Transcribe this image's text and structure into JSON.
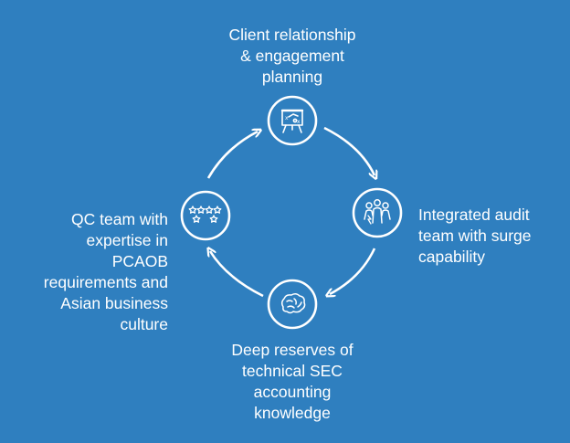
{
  "colors": {
    "background": "#2f7fbf",
    "foreground": "#ffffff"
  },
  "nodes": [
    {
      "id": "top",
      "icon": "presentation-board-icon",
      "label_lines": [
        "Client relationship",
        "& engagement",
        "planning"
      ]
    },
    {
      "id": "right",
      "icon": "team-people-icon",
      "label_lines": [
        "Integrated audit",
        "team with surge",
        "capability"
      ]
    },
    {
      "id": "bottom",
      "icon": "brain-icon",
      "label_lines": [
        "Deep reserves of",
        "technical SEC",
        "accounting",
        "knowledge"
      ]
    },
    {
      "id": "left",
      "icon": "stars-icon",
      "label_lines": [
        "QC team with",
        "expertise in",
        "PCAOB",
        "requirements and",
        "Asian business",
        "culture"
      ]
    }
  ],
  "flow_direction": "clockwise"
}
